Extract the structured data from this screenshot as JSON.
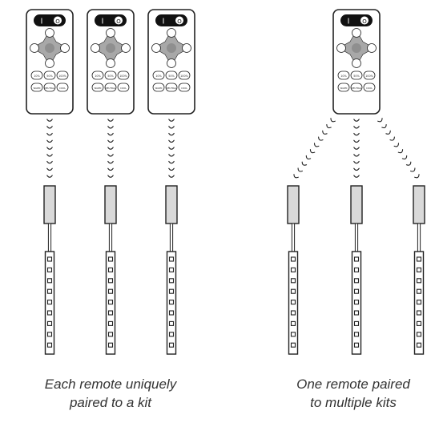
{
  "captions": {
    "left": {
      "line1": "Each remote uniquely",
      "line2": "paired to a kit"
    },
    "right": {
      "line1": "One remote paired",
      "line2": "to multiple kits"
    }
  },
  "remote": {
    "power_off": "I",
    "power_on": "O",
    "mode_buttons": [
      "10%",
      "50%",
      "100%"
    ],
    "temp_buttons": [
      "WARM",
      "NEUTRAL",
      "COOL"
    ]
  },
  "colors": {
    "outline": "#222222",
    "fill_gray": "#d9d9d9",
    "dpad_gray": "#a8a8a8",
    "text": "#333333"
  }
}
